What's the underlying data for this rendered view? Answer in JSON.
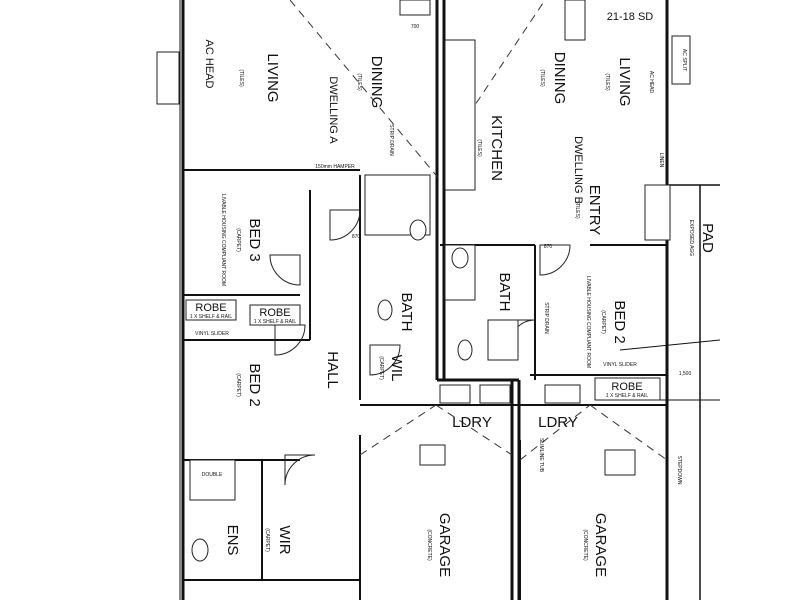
{
  "dwelling_a": {
    "name": "DWELLING A",
    "living": "LIVING",
    "living_finish": "(TILES)",
    "dining": "DINING",
    "dining_finish": "(TILES)",
    "bed3": "BED 3",
    "bed3_finish": "(CARPET)",
    "bed3_note": "LIVABLE HOUSING COMPLIANT ROOM",
    "bed2": "BED 2",
    "bed2_finish": "(CARPET)",
    "robe1": "ROBE",
    "robe1_note": "1 X SHELF & RAIL",
    "robe2": "ROBE",
    "robe2_note": "1 X SHELF & RAIL",
    "hall": "HALL",
    "bath": "BATH",
    "wil": "WIL",
    "wil_finish": "(CARPET)",
    "ens": "ENS",
    "wir": "WIR",
    "wir_finish": "(CARPET)",
    "ldry": "LDRY",
    "garage": "GARAGE",
    "garage_finish": "(CONCRETE)",
    "ac_label": "AC HEAD",
    "hamper": "150mm HAMPER",
    "strip_drain": "STRIP DRAIN",
    "sliders": "VINYL SLIDER",
    "double": "DOUBLE"
  },
  "dwelling_b": {
    "name": "DWELLING B",
    "living": "LIVING",
    "living_finish": "(TILES)",
    "dining": "DINING",
    "dining_finish": "(TILES)",
    "kitchen": "KITCHEN",
    "kitchen_finish": "(TILES)",
    "entry": "ENTRY",
    "entry_finish": "(TILES)",
    "bed2": "BED 2",
    "bed2_finish": "(CARPET)",
    "bed2_note": "LIVABLE HOUSING COMPLIANT ROOM",
    "bath": "BATH",
    "robe": "ROBE",
    "robe_note": "1 X SHELF & RAIL",
    "ldry": "LDRY",
    "garage": "GARAGE",
    "garage_finish": "(CONCRETE)",
    "tub": "SLIMLINE TUB",
    "ac_head": "AC HEAD",
    "ac_split": "AC SPLIT",
    "linen": "LINEN",
    "strip_drain": "STRIP DRAIN",
    "pad": "PAD",
    "pad_note": "EXPOSED AGG",
    "step_down": "STEPDOWN",
    "slider_note": "VINYL SLIDER"
  },
  "top_label": "21-18 SD",
  "dim_700": "700",
  "dim_870a": "870",
  "dim_870b": "870",
  "dim_1500": "1,500"
}
